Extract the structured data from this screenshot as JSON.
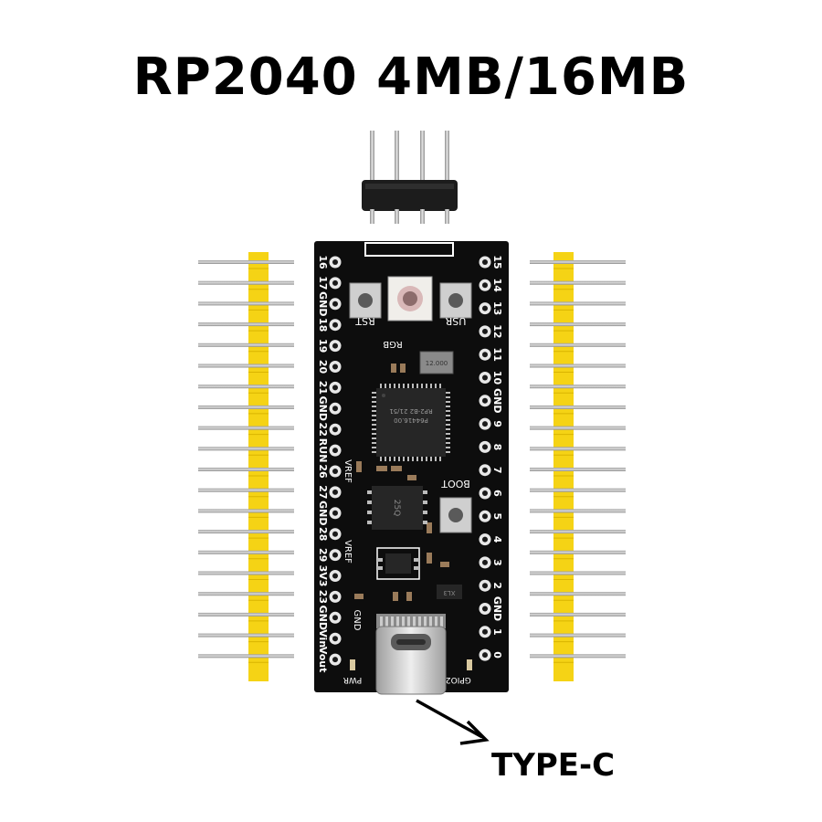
{
  "title": "RP2040 4MB/16MB",
  "callout_label": "TYPE-C",
  "board": {
    "left_pins": [
      "16",
      "17",
      "GND",
      "18",
      "19",
      "20",
      "21",
      "GND",
      "22",
      "RUN",
      "26",
      "27",
      "GND",
      "28",
      "29",
      "3V3",
      "23",
      "GND",
      "Vin",
      "Vout"
    ],
    "right_pins": [
      "15",
      "14",
      "13",
      "12",
      "11",
      "10",
      "GND",
      "9",
      "8",
      "7",
      "6",
      "5",
      "4",
      "3",
      "2",
      "GND",
      "1",
      "0"
    ],
    "button_labels": {
      "reset": "RST",
      "user": "USR",
      "boot": "BOOT"
    },
    "silk_labels": {
      "led": "RGB",
      "vref_top": "VREF",
      "vref_bottom": "VREF",
      "power": "PWR",
      "gpio": "GPIO25"
    },
    "chip_marking": {
      "line1": "RP2-B2  21/51",
      "line2": "P64416.00"
    },
    "flash_marking": "25Q",
    "crystal_marking": "12.000",
    "regulator_marking": "XL3"
  },
  "colors": {
    "board": "#0d0d0d",
    "header_plastic": "#f5d315",
    "pin_metal": "#b8b8b8",
    "silkscreen": "#ffffff",
    "chip": "#262626"
  }
}
